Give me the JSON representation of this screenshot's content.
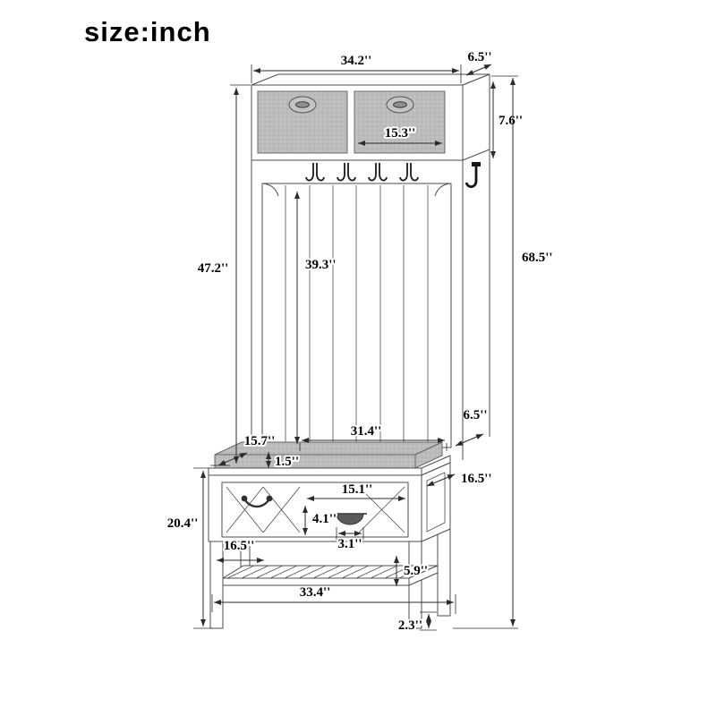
{
  "title": "size:inch",
  "palette": {
    "line": "#4d4d4d",
    "dimension": "#2b2b2b",
    "fabric": "#bcbcbc"
  },
  "dims": {
    "top_width": "34.2''",
    "top_depth": "6.5''",
    "cabinet_height": "7.6''",
    "basket_width": "15.3''",
    "back_height": "47.2''",
    "panel_height": "39.3''",
    "total_height": "68.5''",
    "seat_back_depth": "6.5''",
    "seat_width": "31.4''",
    "seat_depth": "15.7''",
    "cushion_thickness": "1.5''",
    "bench_depth": "16.5''",
    "drawer_width": "15.1''",
    "drawer_height": "4.1''",
    "handle_width": "3.1''",
    "bench_height": "20.4''",
    "shelf_opening_width": "16.5''",
    "shelf_height": "5.9''",
    "base_width": "33.4''",
    "foot_height": "2.3''"
  }
}
